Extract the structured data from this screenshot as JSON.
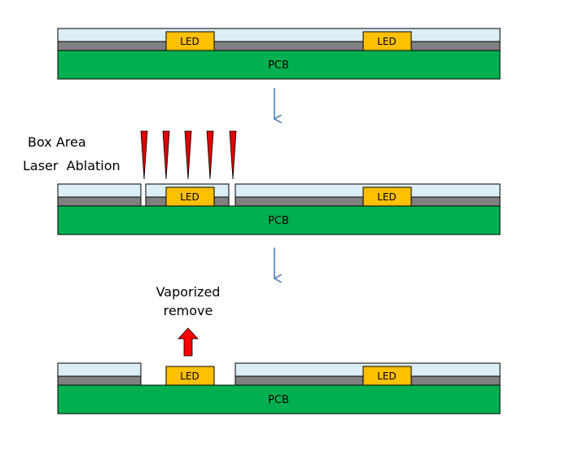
{
  "colors": {
    "pcb": "#00b050",
    "gray_layer": "#808080",
    "light_layer": "#dbeef4",
    "led": "#ffc000",
    "arrow_blue": "#4a7ebb",
    "laser_red": "#e00000",
    "vapor_red": "#ff0000"
  },
  "stage1": {
    "pcb_label": "PCB",
    "led_left": "LED",
    "led_right": "LED"
  },
  "stage2": {
    "annotation_line1": "Box Area",
    "annotation_line2": "Laser  Ablation",
    "pcb_label": "PCB",
    "led_left": "LED",
    "led_right": "LED"
  },
  "stage3": {
    "annotation_line1": "Vaporized",
    "annotation_line2": "remove",
    "pcb_label": "PCB",
    "led_left": "LED",
    "led_right": "LED"
  },
  "icons": {
    "flow_arrow": "arrow-down-icon",
    "laser_beam": "laser-beam-icon",
    "vapor_arrow": "arrow-up-icon"
  }
}
